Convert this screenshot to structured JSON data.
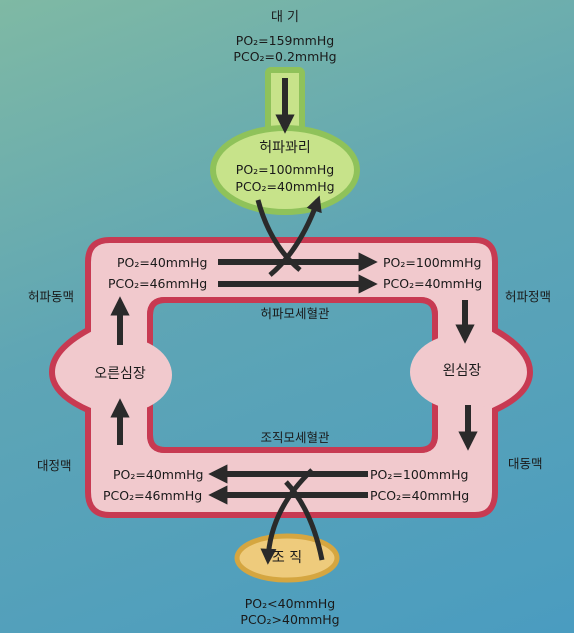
{
  "atmosphere": {
    "title": "대 기",
    "po2_text": "PO₂=159mmHg",
    "pco2_text": "PCO₂=0.2mmHg"
  },
  "lungs": {
    "title": "허파꽈리",
    "po2_text": "PO₂=100mmHg",
    "pco2_text": "PCO₂=40mmHg"
  },
  "pulmonary_capillary": {
    "label": "허파모세혈관",
    "left_po2_text": "PO₂=40mmHg",
    "left_pco2_text": "PCO₂=46mmHg",
    "right_po2_text": "PO₂=100mmHg",
    "right_pco2_text": "PCO₂=40mmHg"
  },
  "tissue_capillary": {
    "label": "조직모세혈관",
    "left_po2_text": "PO₂=40mmHg",
    "left_pco2_text": "PCO₂=46mmHg",
    "right_po2_text": "PO₂=100mmHg",
    "right_pco2_text": "PCO₂=40mmHg"
  },
  "vessels": {
    "pulmonary_artery": "허파동맥",
    "pulmonary_vein": "허파정맥",
    "vena_cava": "대정맥",
    "aorta": "대동맥"
  },
  "heart": {
    "right": "오른심장",
    "left": "왼심장"
  },
  "tissue": {
    "title": "조 직",
    "po2_text": "PO₂<40mmHg",
    "pco2_text": "PCO₂>40mmHg"
  },
  "colors": {
    "loop_outer": "#c73a52",
    "loop_fill": "#f1c9cd",
    "lung_fill": "#c7e38a",
    "lung_border": "#8fc25a",
    "tissue_fill": "#eecb7c",
    "tissue_border": "#d5a640",
    "arrow": "#2a2a2a"
  }
}
